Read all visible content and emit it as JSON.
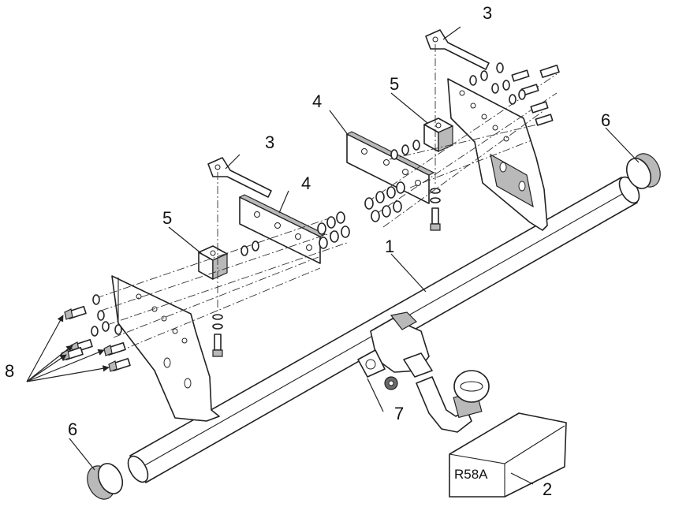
{
  "callouts": {
    "c1": "1",
    "c2": "2",
    "c3_left": "3",
    "c3_right": "3",
    "c4_left": "4",
    "c4_right": "4",
    "c5_left": "5",
    "c5_right": "5",
    "c6_left": "6",
    "c6_right": "6",
    "c7": "7",
    "c8": "8"
  },
  "kit_box_label": "R58A"
}
